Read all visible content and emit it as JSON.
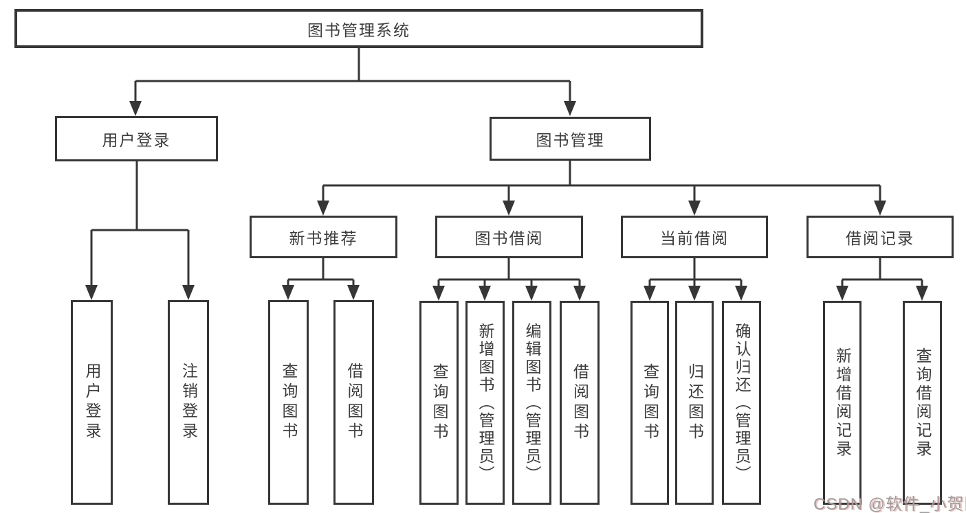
{
  "diagram_title": "图书管理系统",
  "nodes": {
    "root": {
      "label": "图书管理系统"
    },
    "user_login": {
      "label": "用户登录",
      "children": {
        "login": {
          "label": "用户登录"
        },
        "logout": {
          "label": "注销登录"
        }
      }
    },
    "book_mgmt": {
      "label": "图书管理",
      "children": {
        "new_book_rec": {
          "label": "新书推荐",
          "children": {
            "query_book": {
              "label": "查询图书"
            },
            "borrow_book": {
              "label": "借阅图书"
            }
          }
        },
        "book_borrow": {
          "label": "图书借阅",
          "children": {
            "query_book": {
              "label": "查询图书"
            },
            "add_book": {
              "label": "新增图书（管理员）"
            },
            "edit_book": {
              "label": "编辑图书（管理员）"
            },
            "borrow_book": {
              "label": "借阅图书"
            }
          }
        },
        "current_borrow": {
          "label": "当前借阅",
          "children": {
            "query_book": {
              "label": "查询图书"
            },
            "return_book": {
              "label": "归还图书"
            },
            "confirm_return": {
              "label": "确认归还（管理员）"
            }
          }
        },
        "borrow_record": {
          "label": "借阅记录",
          "children": {
            "add_record": {
              "label": "新增借阅记录"
            },
            "query_record": {
              "label": "查询借阅记录"
            }
          }
        }
      }
    }
  },
  "watermark": {
    "text": "CSDN @软件_小贺同学"
  },
  "colors": {
    "line": "#363636",
    "box_border": "#363636",
    "box_bg": "#ffffff",
    "text": "#3c3c3c",
    "watermark": "#9e9e9e"
  }
}
